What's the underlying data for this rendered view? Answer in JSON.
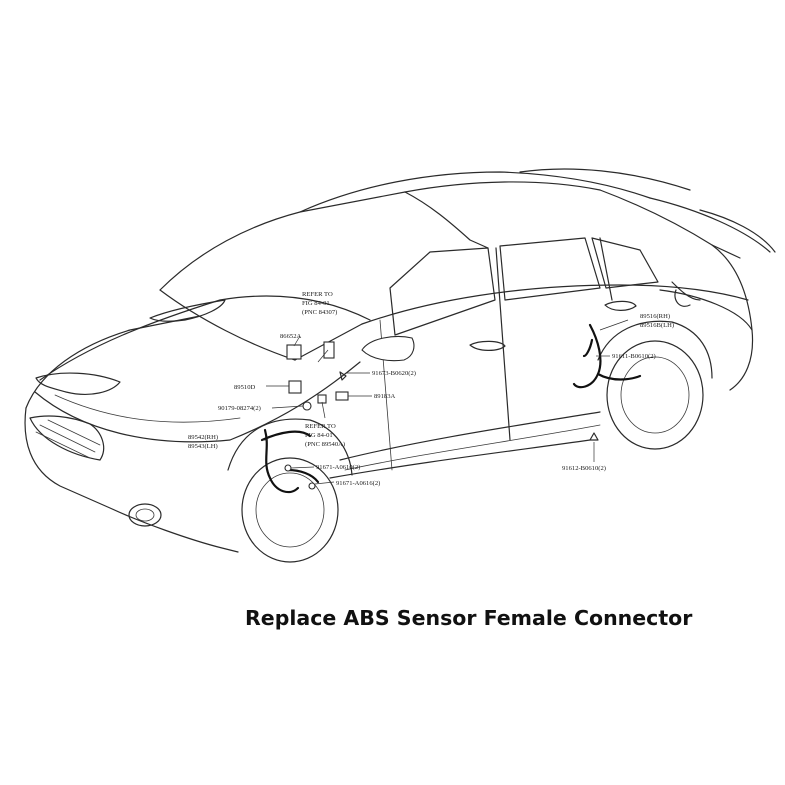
{
  "caption": "Replace ABS Sensor Female Connector",
  "labels": {
    "refer_to_upper_1": "REFER TO",
    "refer_to_upper_2": "FIG 84-01",
    "refer_to_upper_3": "(PNC 84307)",
    "part_86652a": "86652A",
    "part_89510d": "89510D",
    "part_90179": "90179-08274(2)",
    "part_89542": "89542(RH)",
    "part_89543": "89543(LH)",
    "refer_to_lower_1": "REFER TO",
    "refer_to_lower_2": "FIG 84-01",
    "refer_to_lower_3": "(PNC 89540A)",
    "part_91673_b0620": "91673-B0620(2)",
    "part_89183a": "89183A",
    "part_91671_a0610": "91671-A0610(2)",
    "part_91671_a0616": "91671-A0616(2)",
    "part_89516_rh": "89516(RH)",
    "part_89516b_lh": "89516B(LH)",
    "part_91611_b0610": "91611-B0610(2)",
    "part_91612_b0610": "91612-B0610(2)"
  }
}
